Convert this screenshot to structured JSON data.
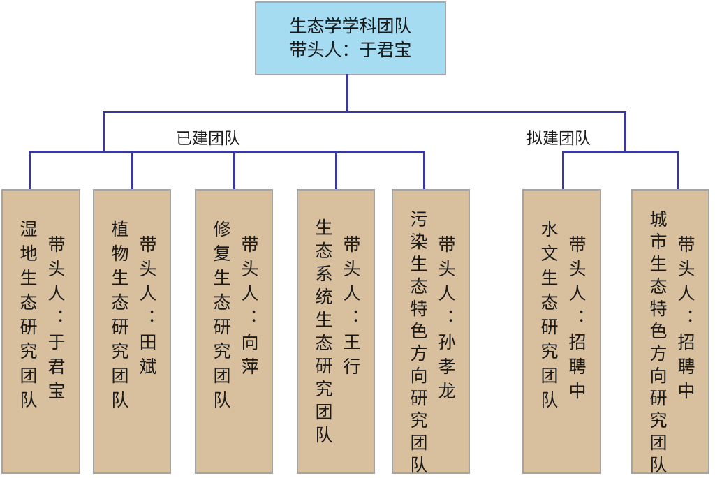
{
  "root": {
    "title": "生态学学科团队",
    "leader": "带头人：于君宝"
  },
  "groups": {
    "built": "已建团队",
    "planned": "拟建团队"
  },
  "teams": [
    {
      "name": "湿地生态研究团队",
      "leader": "带头人：于君宝"
    },
    {
      "name": "植物生态研究团队",
      "leader": "带头人：田斌"
    },
    {
      "name": "修复生态研究团队",
      "leader": "带头人：向萍"
    },
    {
      "name": "生态系统生态研究团队",
      "leader": "带头人：王行"
    },
    {
      "name": "污染生态特色方向研究团队",
      "leader": "带头人：孙孝龙"
    },
    {
      "name": "水文生态研究团队",
      "leader": "带头人：招聘中"
    },
    {
      "name": "城市生态特色方向研究团队",
      "leader": "带头人：招聘中"
    }
  ],
  "colors": {
    "root_fill": "#a6dcf2",
    "box_fill": "#d8bf9e",
    "connector": "#3a3a96"
  }
}
